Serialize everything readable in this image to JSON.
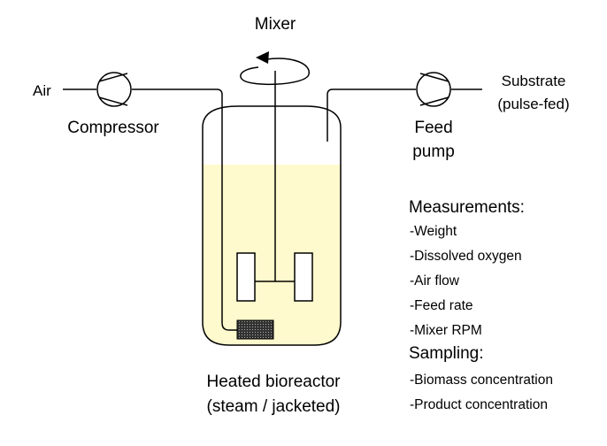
{
  "labels": {
    "mixer": "Mixer",
    "air": "Air",
    "compressor": "Compressor",
    "substrate": "Substrate",
    "pulse_fed": "(pulse-fed)",
    "feed": "Feed",
    "pump": "pump",
    "measurements_title": "Measurements:",
    "measurements": [
      "-Weight",
      "-Dissolved oxygen",
      "-Air flow",
      "-Feed rate",
      "-Mixer RPM"
    ],
    "sampling_title": "Sampling:",
    "sampling": [
      "-Biomass concentration",
      "-Product concentration"
    ],
    "reactor_line1": "Heated bioreactor",
    "reactor_line2": "(steam / jacketed)"
  },
  "colors": {
    "liquid": "#FFFACD",
    "stroke": "#000000",
    "sparger": "#333333"
  }
}
